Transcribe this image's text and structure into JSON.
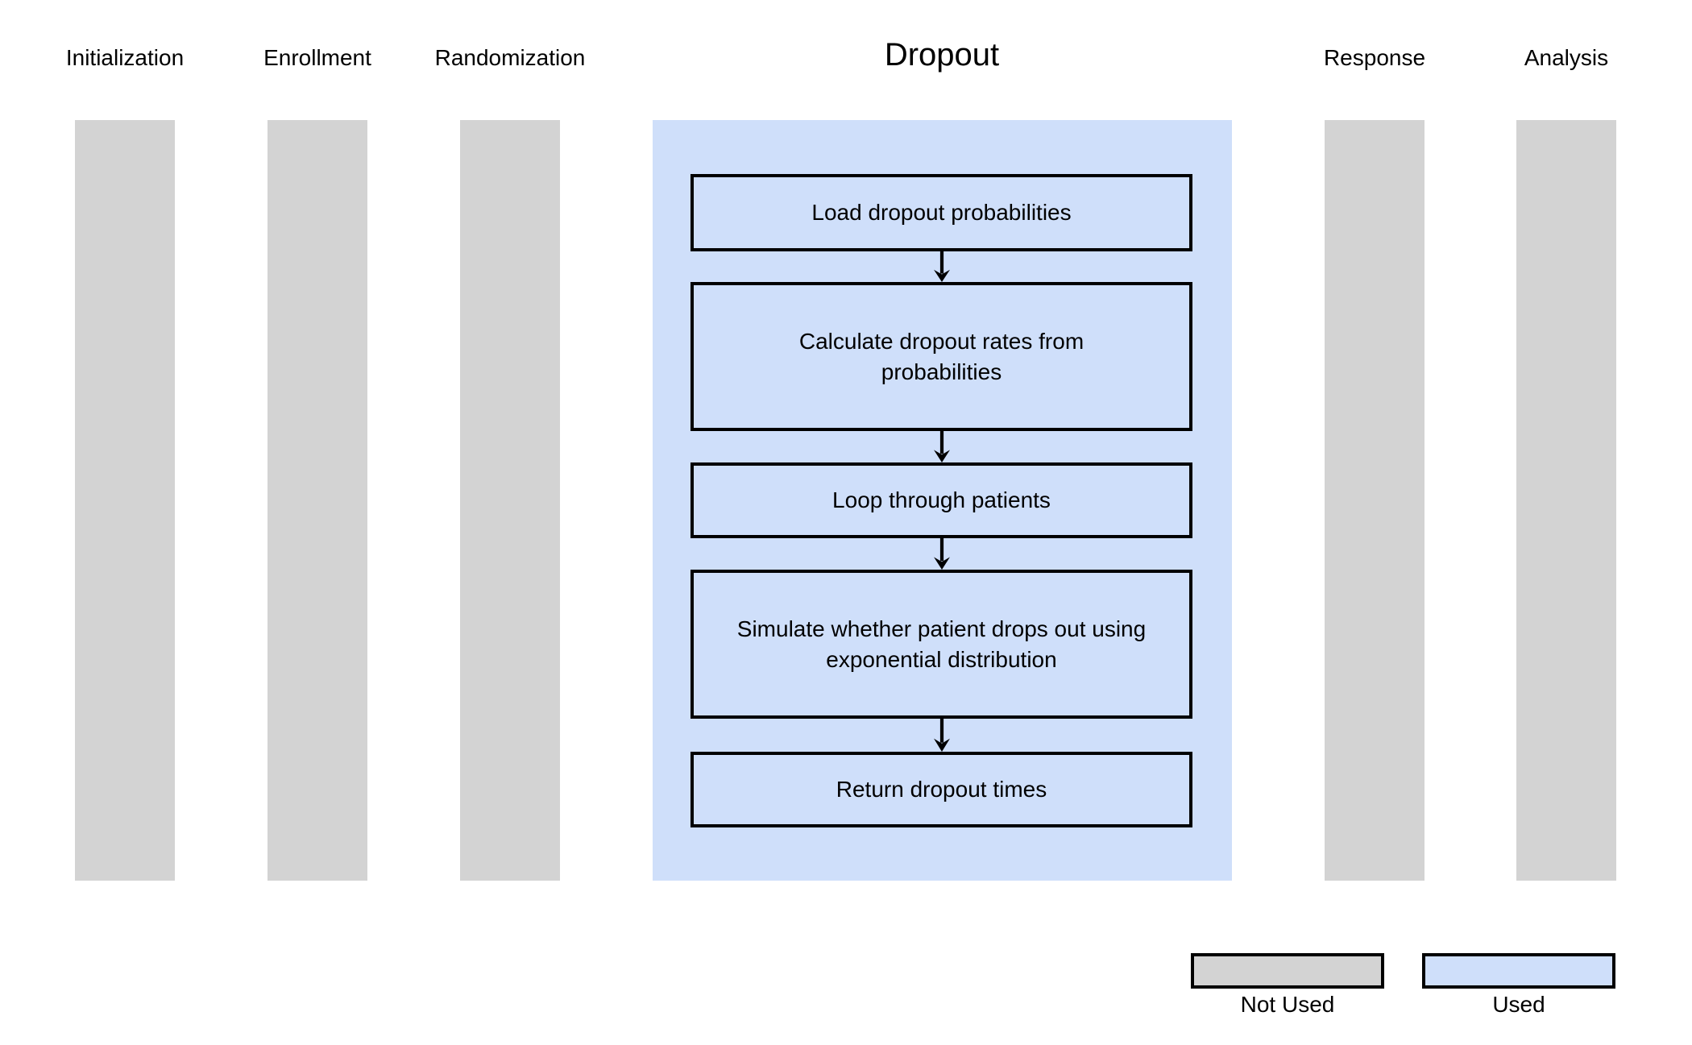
{
  "diagram": {
    "title": "Dropout",
    "columns": [
      "Initialization",
      "Enrollment",
      "Randomization",
      "Response",
      "Analysis"
    ],
    "dropout_steps": [
      {
        "text": "Load dropout probabilities",
        "lines": [
          "Load dropout probabilities"
        ]
      },
      {
        "text": "Calculate dropout rates from probabilities",
        "lines": [
          "Calculate dropout rates from",
          "probabilities"
        ]
      },
      {
        "text": "Loop through patients",
        "lines": [
          "Loop through patients"
        ]
      },
      {
        "text": "Simulate whether patient drops out using exponential distribution",
        "lines": [
          "Simulate whether patient drops out using",
          "exponential distribution"
        ]
      },
      {
        "text": "Return dropout times",
        "lines": [
          "Return dropout times"
        ]
      }
    ],
    "legend": {
      "not_used_label": "Not Used",
      "used_label": "Used"
    },
    "colors": {
      "not_used_fill": "#d3d3d3",
      "used_fill": "#cfdffa",
      "box_border": "#000000",
      "text_color": "#000000"
    }
  }
}
